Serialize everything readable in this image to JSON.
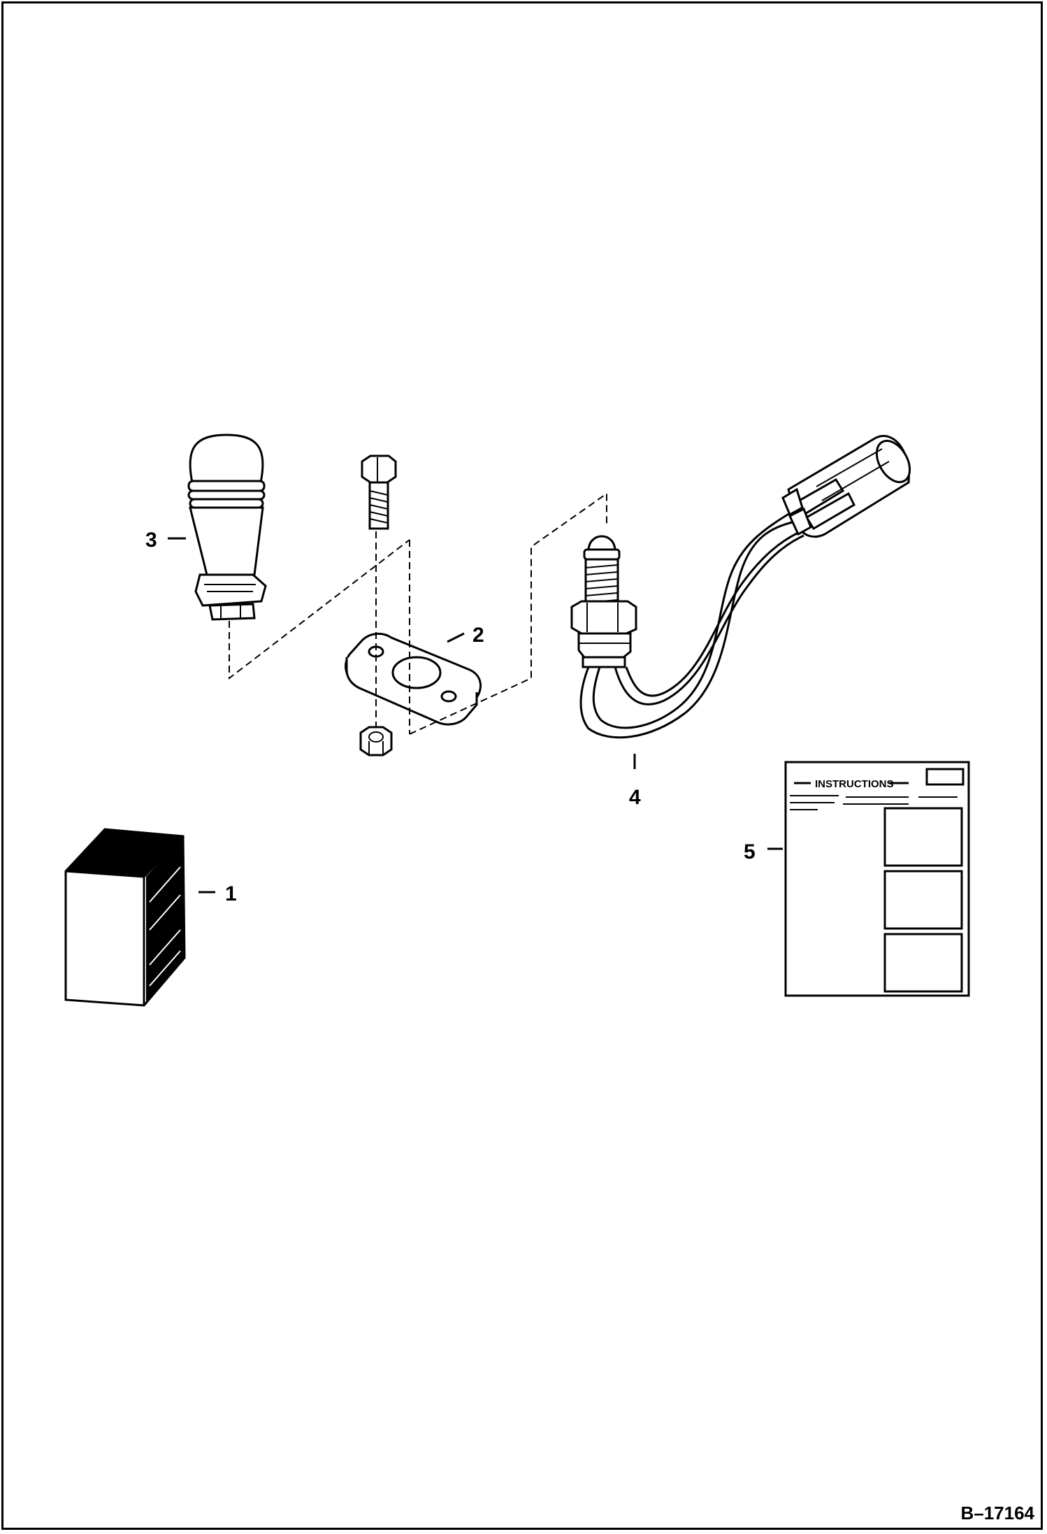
{
  "figure": {
    "reference_code": "B–17164"
  },
  "callouts": [
    {
      "id": "1",
      "label": "1"
    },
    {
      "id": "2",
      "label": "2"
    },
    {
      "id": "3",
      "label": "3"
    },
    {
      "id": "4",
      "label": "4"
    },
    {
      "id": "5",
      "label": "5"
    }
  ],
  "instruction_sheet": {
    "heading": "INSTRUCTIONS"
  },
  "colors": {
    "line": "#000000",
    "background": "#ffffff"
  }
}
